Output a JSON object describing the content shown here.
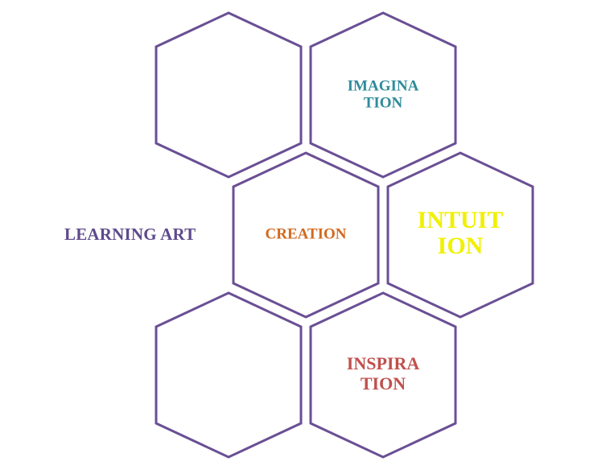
{
  "side_label": {
    "text": "LEARNING ART",
    "color": "#5e4a8b"
  },
  "hex_stroke": "#6a4f94",
  "hexagons": [
    {
      "id": "top-left",
      "lines": []
    },
    {
      "id": "imagination",
      "lines": [
        "IMAGINA",
        "TION"
      ],
      "color": "#2e8b9a"
    },
    {
      "id": "creation",
      "lines": [
        "CREATION"
      ],
      "color": "#d2691e"
    },
    {
      "id": "intuition",
      "lines": [
        "INTUIT",
        "ION"
      ],
      "color": "#f0f000"
    },
    {
      "id": "bottom-left",
      "lines": []
    },
    {
      "id": "inspiration",
      "lines": [
        "INSPIRA",
        "TION"
      ],
      "color": "#c0504d"
    }
  ]
}
